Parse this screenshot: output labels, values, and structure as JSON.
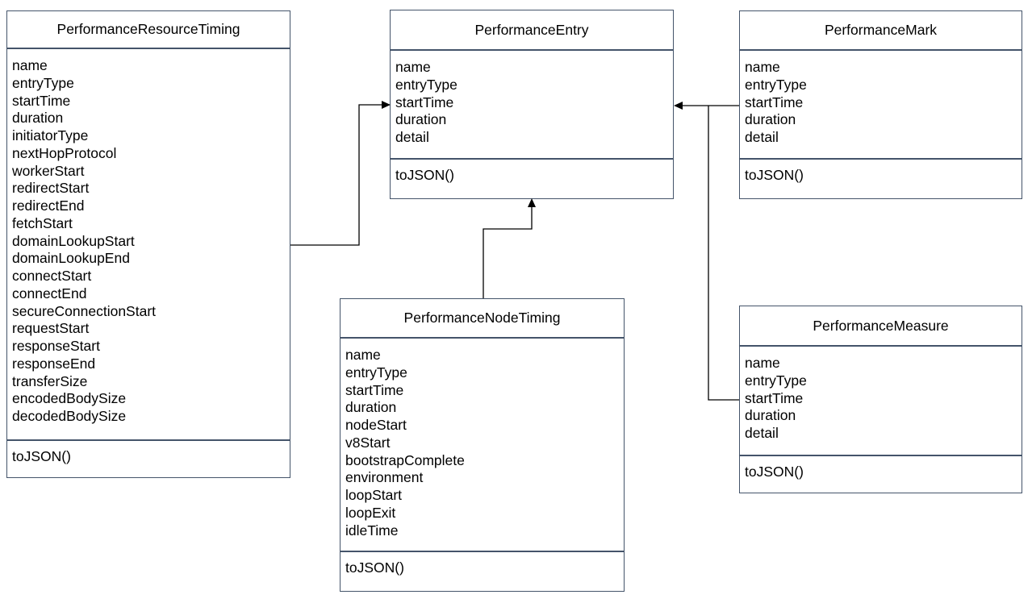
{
  "diagram": {
    "type": "uml-class-diagram",
    "colors": {
      "background": "#FFFFFF",
      "box_fill": "#FFFFFF",
      "box_border": "#44546A",
      "connector": "#000000",
      "text": "#000000"
    },
    "classes": [
      {
        "id": "PerformanceResourceTiming",
        "title": "PerformanceResourceTiming",
        "attributes": [
          "name",
          "entryType",
          "startTime",
          "duration",
          "initiatorType",
          "nextHopProtocol",
          "workerStart",
          "redirectStart",
          "redirectEnd",
          "fetchStart",
          "domainLookupStart",
          "domainLookupEnd",
          "connectStart",
          "connectEnd",
          "secureConnectionStart",
          "requestStart",
          "responseStart",
          "responseEnd",
          "transferSize",
          "encodedBodySize",
          "decodedBodySize"
        ],
        "methods": [
          "toJSON()"
        ]
      },
      {
        "id": "PerformanceEntry",
        "title": "PerformanceEntry",
        "attributes": [
          "name",
          "entryType",
          "startTime",
          "duration",
          "detail"
        ],
        "methods": [
          "toJSON()"
        ]
      },
      {
        "id": "PerformanceMark",
        "title": "PerformanceMark",
        "attributes": [
          "name",
          "entryType",
          "startTime",
          "duration",
          "detail"
        ],
        "methods": [
          "toJSON()"
        ]
      },
      {
        "id": "PerformanceMeasure",
        "title": "PerformanceMeasure",
        "attributes": [
          "name",
          "entryType",
          "startTime",
          "duration",
          "detail"
        ],
        "methods": [
          "toJSON()"
        ]
      },
      {
        "id": "PerformanceNodeTiming",
        "title": "PerformanceNodeTiming",
        "attributes": [
          "name",
          "entryType",
          "startTime",
          "duration",
          "nodeStart",
          "v8Start",
          "bootstrapComplete",
          "environment",
          "loopStart",
          "loopExit",
          "idleTime"
        ],
        "methods": [
          "toJSON()"
        ]
      }
    ],
    "edges": [
      {
        "from": "PerformanceResourceTiming",
        "to": "PerformanceEntry",
        "kind": "arrow"
      },
      {
        "from": "PerformanceMark",
        "to": "PerformanceEntry",
        "kind": "arrow"
      },
      {
        "from": "PerformanceMeasure",
        "to": "PerformanceEntry",
        "kind": "arrow"
      },
      {
        "from": "PerformanceNodeTiming",
        "to": "PerformanceEntry",
        "kind": "arrow"
      }
    ]
  }
}
